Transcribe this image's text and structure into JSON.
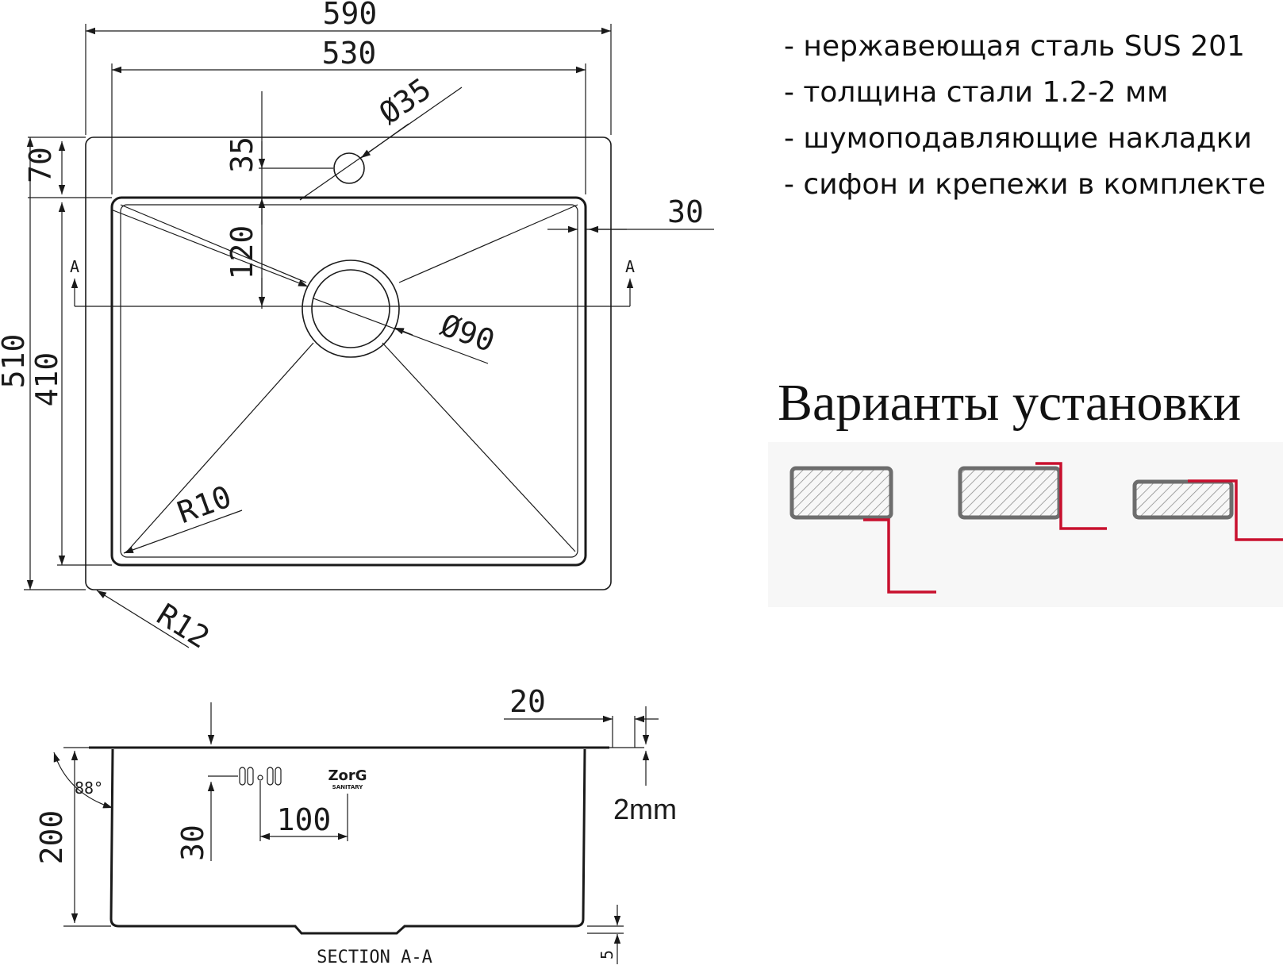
{
  "specs": [
    "- нержавеющая сталь SUS 201",
    "- толщина стали 1.2-2 мм",
    "- шумоподавляющие накладки",
    "- сифон и крепежи в комплекте"
  ],
  "install_title": "Варианты установки",
  "plan": {
    "dim_590": "590",
    "dim_530": "530",
    "dim_d35": "Ø35",
    "dim_35": "35",
    "dim_70": "70",
    "dim_120": "120",
    "dim_30": "30",
    "dim_d90": "Ø90",
    "dim_510": "510",
    "dim_410": "410",
    "dim_r10": "R10",
    "dim_r12": "R12",
    "section_mark_left": "A",
    "section_mark_right": "A"
  },
  "section": {
    "dim_20": "20",
    "dim_88": "88°",
    "dim_200": "200",
    "dim_30": "30",
    "dim_100": "100",
    "dim_5": "5",
    "thickness": "2mm",
    "label": "SECTION A-A",
    "logo": "ZorG",
    "logo_sub": "SANITARY"
  },
  "colors": {
    "line": "#1a1a1a",
    "accent_red": "#c8102e",
    "hatch_gray": "#6d6d6d"
  }
}
